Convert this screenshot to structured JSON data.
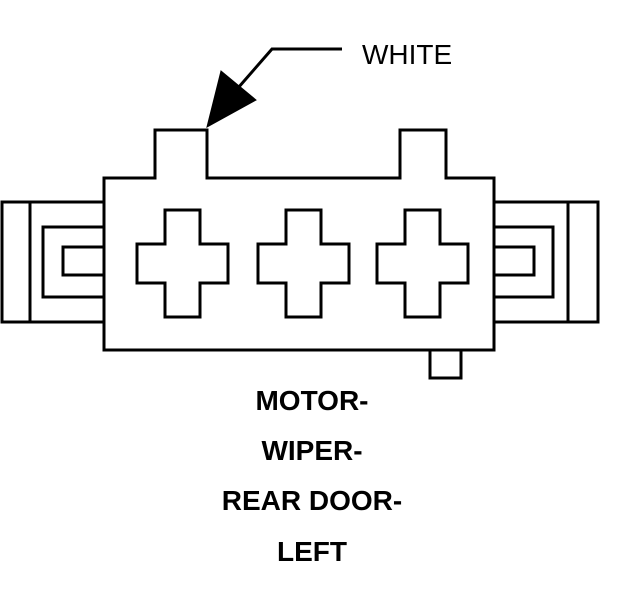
{
  "callout": {
    "wire_color": "WHITE"
  },
  "connector_name": {
    "line1": "MOTOR-",
    "line2": "WIPER-",
    "line3": "REAR DOOR-",
    "line4": "LEFT"
  },
  "colors": {
    "stroke": "#000000",
    "background": "#ffffff"
  }
}
